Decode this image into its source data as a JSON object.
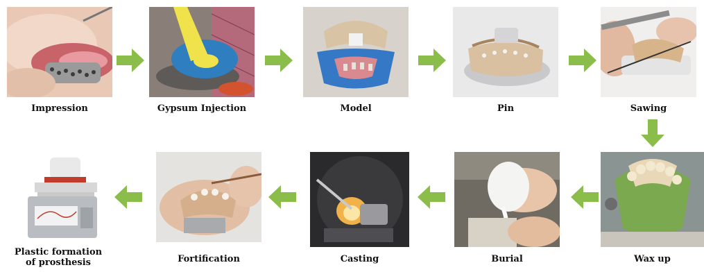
{
  "steps": [
    {
      "label": "Impression"
    },
    {
      "label": "Gypsum Injection"
    },
    {
      "label": "Model"
    },
    {
      "label": "Pin"
    },
    {
      "label": "Sawing"
    },
    {
      "label": "Wax up"
    },
    {
      "label": "Burial"
    },
    {
      "label": "Casting"
    },
    {
      "label": "Fortification"
    },
    {
      "label": "Plastic formation of prosthesis"
    }
  ],
  "colors": {
    "arrow": "#8bbd4a",
    "label": "#111111"
  },
  "icons": [
    "arrow-right-icon",
    "arrow-down-icon",
    "arrow-left-icon"
  ]
}
